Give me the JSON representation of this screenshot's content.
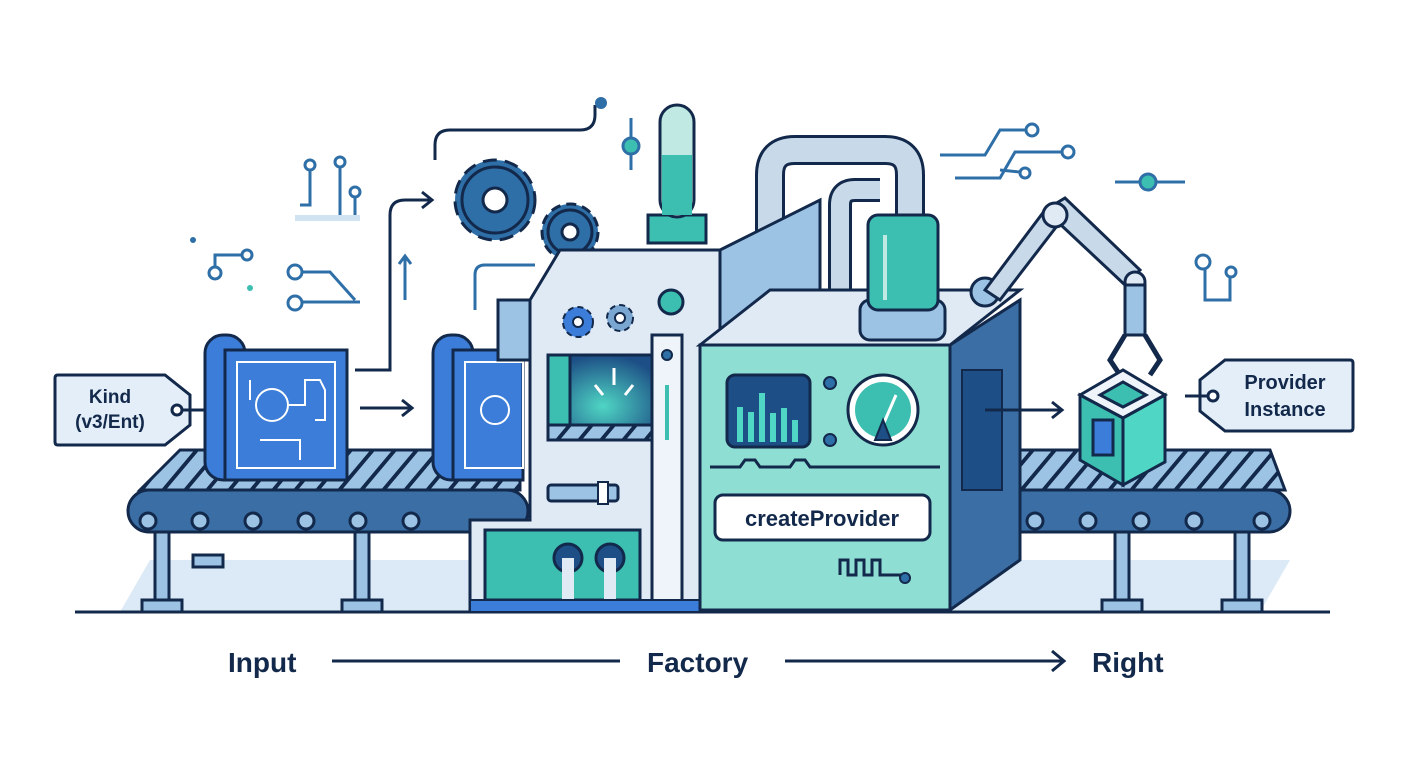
{
  "diagram": {
    "input_tag": {
      "line1": "Kind",
      "line2": "(v3/Ent)"
    },
    "output_tag": {
      "line1": "Provider",
      "line2": "Instance"
    },
    "factory_label": "createProvider",
    "flow": {
      "start": "Input",
      "middle": "Factory",
      "end": "Right"
    },
    "colors": {
      "outline": "#13294b",
      "blueprint": "#3b7dd8",
      "teal": "#3cbfb0",
      "teal_light": "#8fded3",
      "panel_light": "#dfeaf5",
      "belt": "#9cc3e4",
      "floor": "#cfe3f3"
    }
  }
}
